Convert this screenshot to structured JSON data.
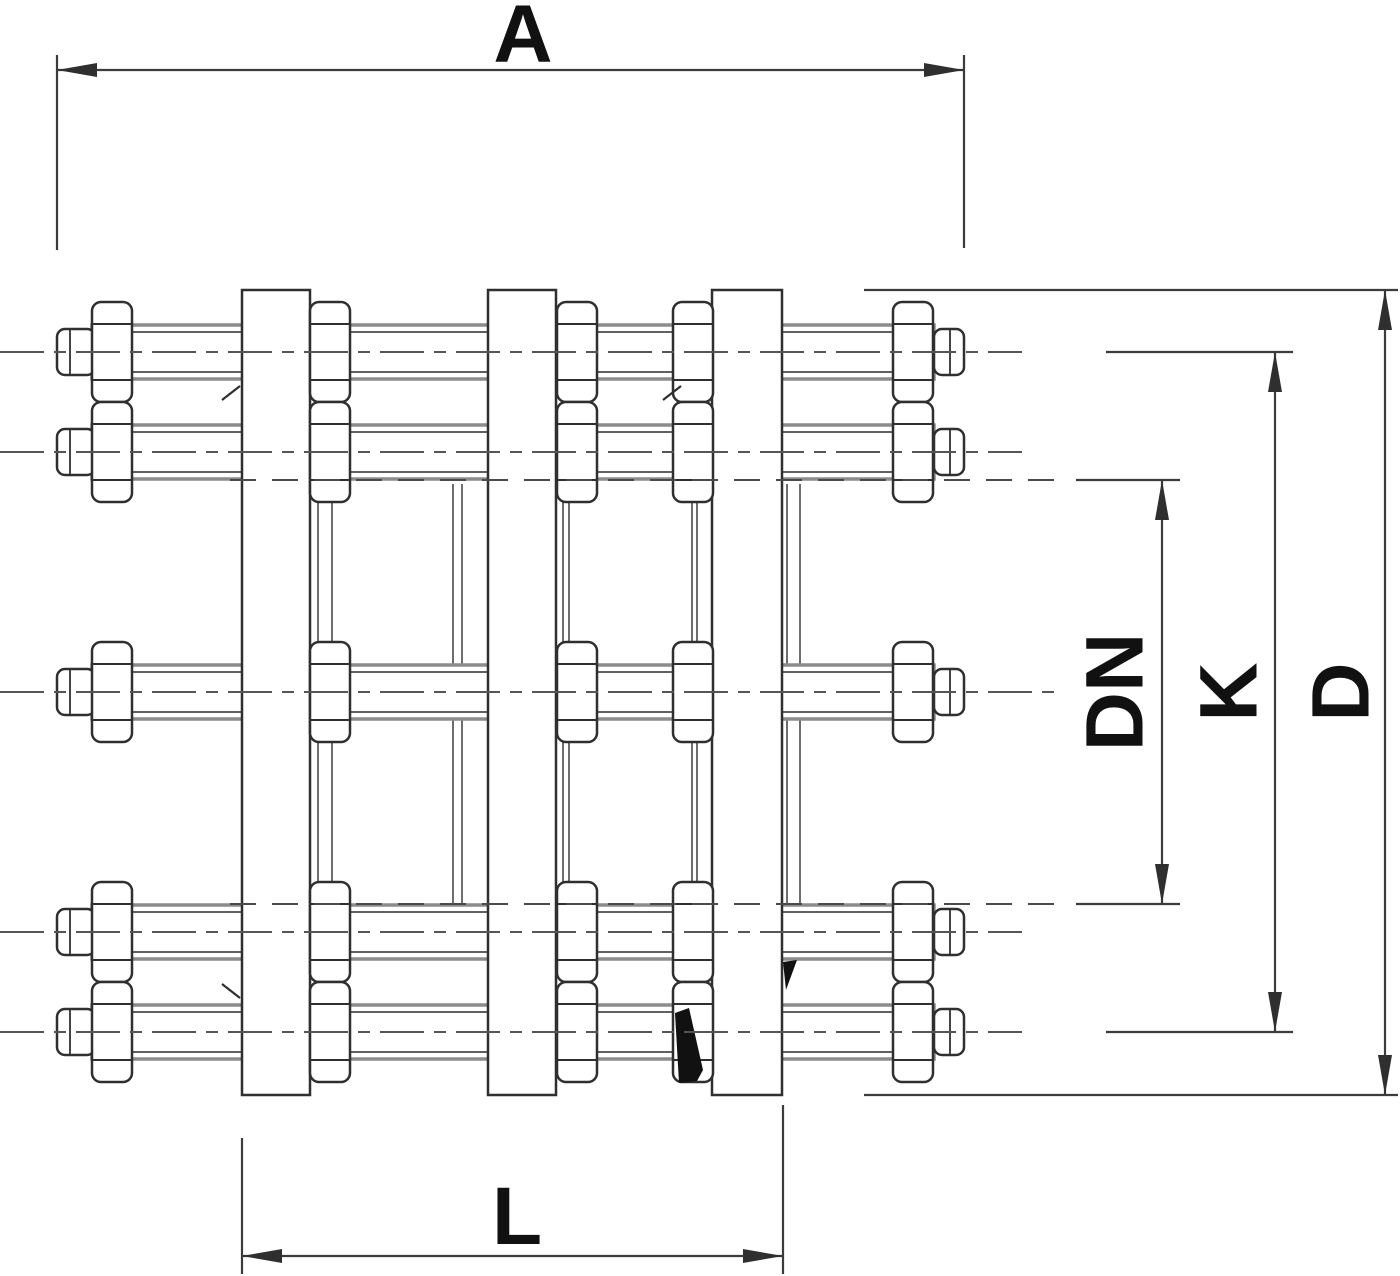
{
  "drawing": {
    "labels": {
      "A": "A",
      "L": "L",
      "DN": "DN",
      "K": "K",
      "D": "D"
    }
  },
  "colors": {
    "background": "#ffffff",
    "outline": "#2f2f2f",
    "shaft_gray": "#8c8c8c",
    "centerline": "#555555",
    "dimension_line": "#3c3c3c",
    "label_text": "#111111"
  }
}
